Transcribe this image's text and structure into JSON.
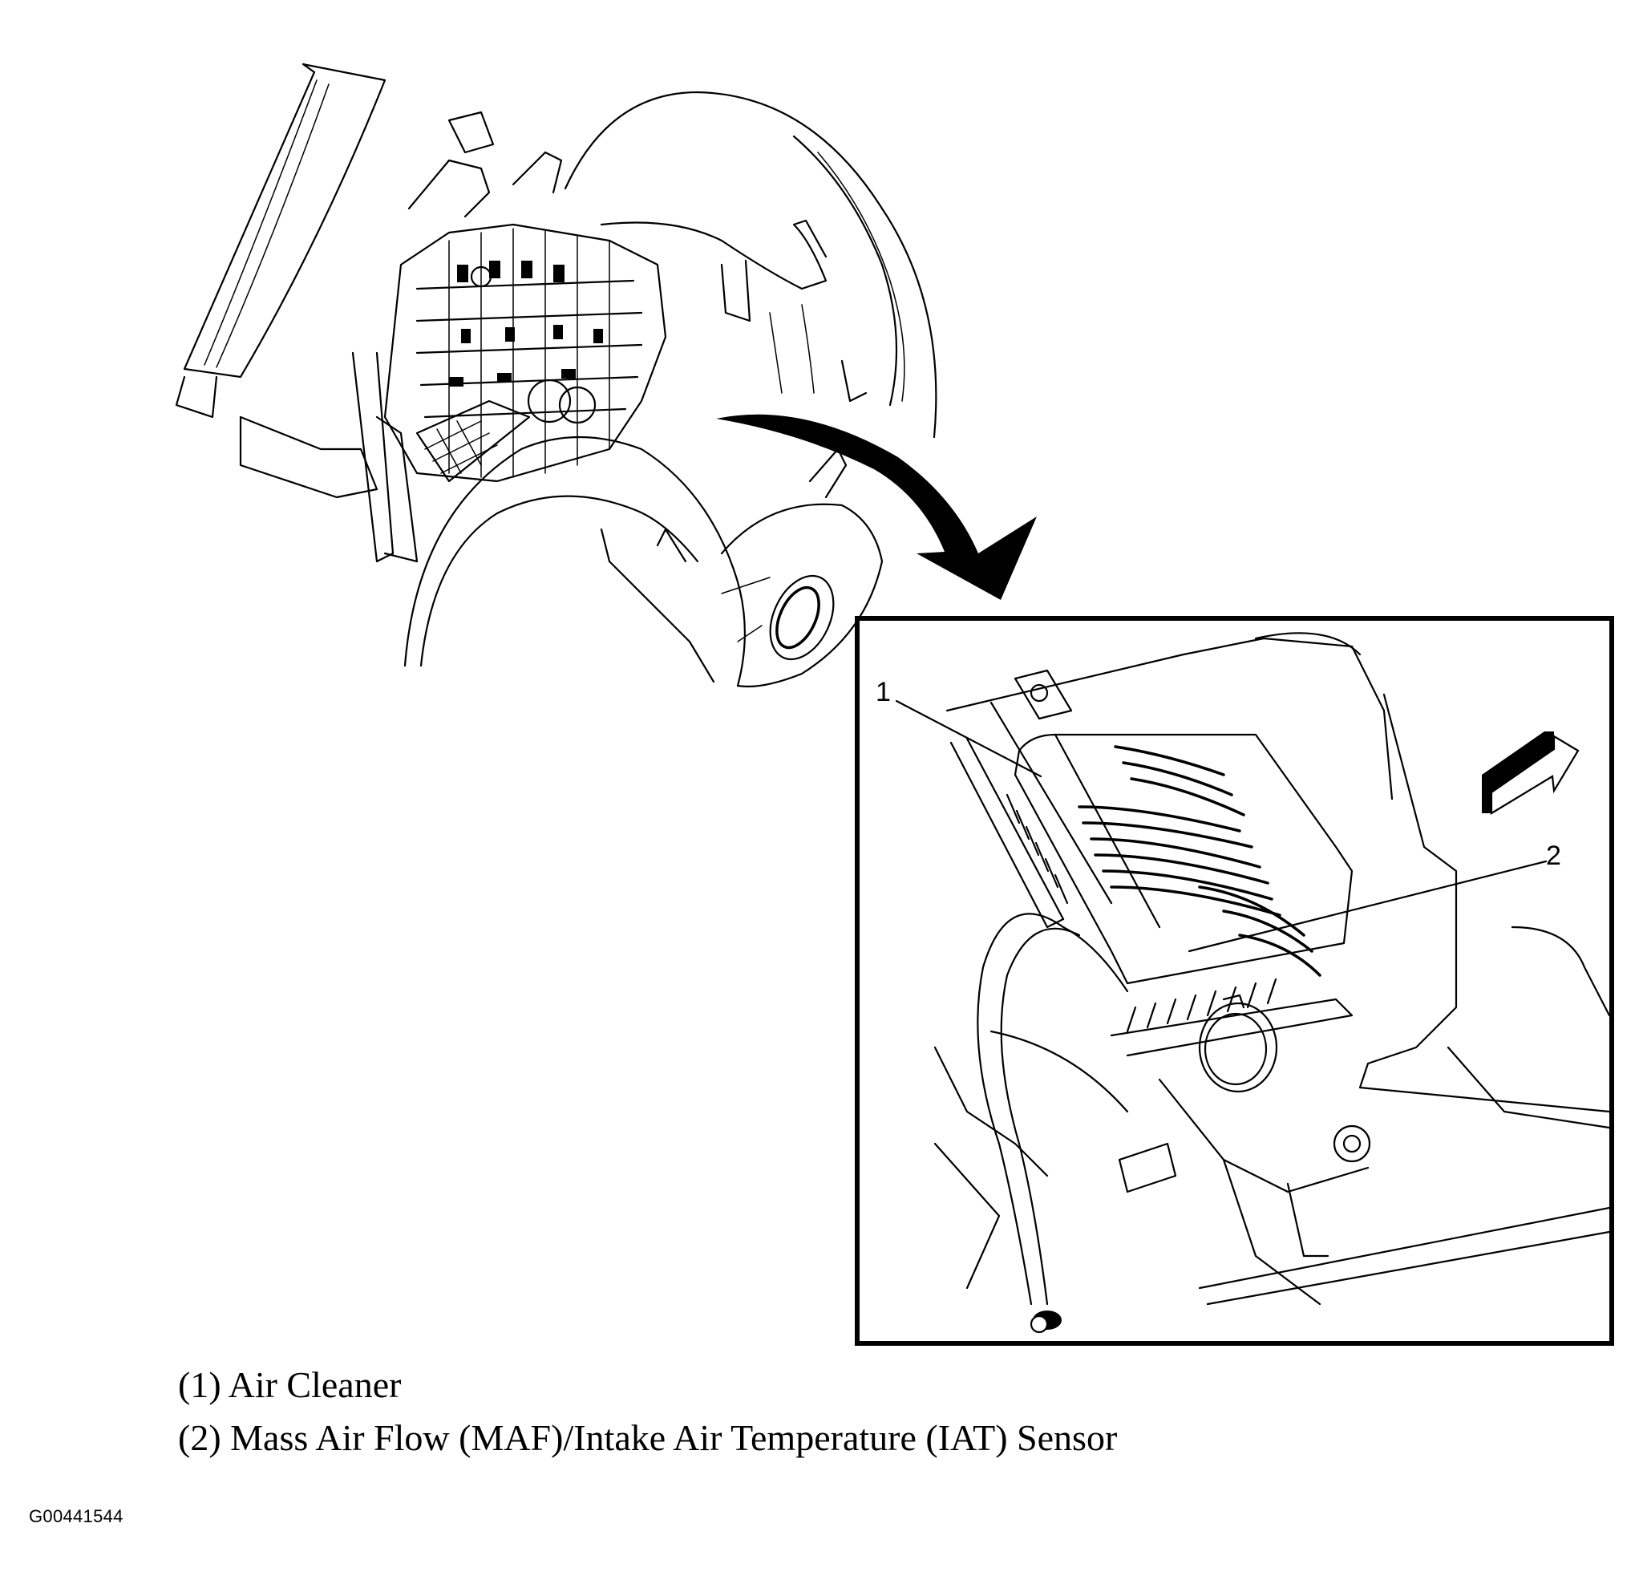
{
  "figure": {
    "id": "G00441544",
    "background": "#ffffff",
    "ink": "#000000"
  },
  "overview": {
    "description": "Engine compartment overview with fender liners",
    "transition_arrow": "curved-arrow-pointing-to-detail"
  },
  "detail_view": {
    "callouts": [
      {
        "number": "1",
        "target": "air-cleaner"
      },
      {
        "number": "2",
        "target": "maf-iat-sensor"
      }
    ],
    "direction_indicator": "forward-arrow-icon"
  },
  "legend": {
    "items": [
      {
        "label": "(1) Air Cleaner"
      },
      {
        "label": "(2) Mass Air Flow (MAF)/Intake Air Temperature (IAT) Sensor"
      }
    ]
  }
}
